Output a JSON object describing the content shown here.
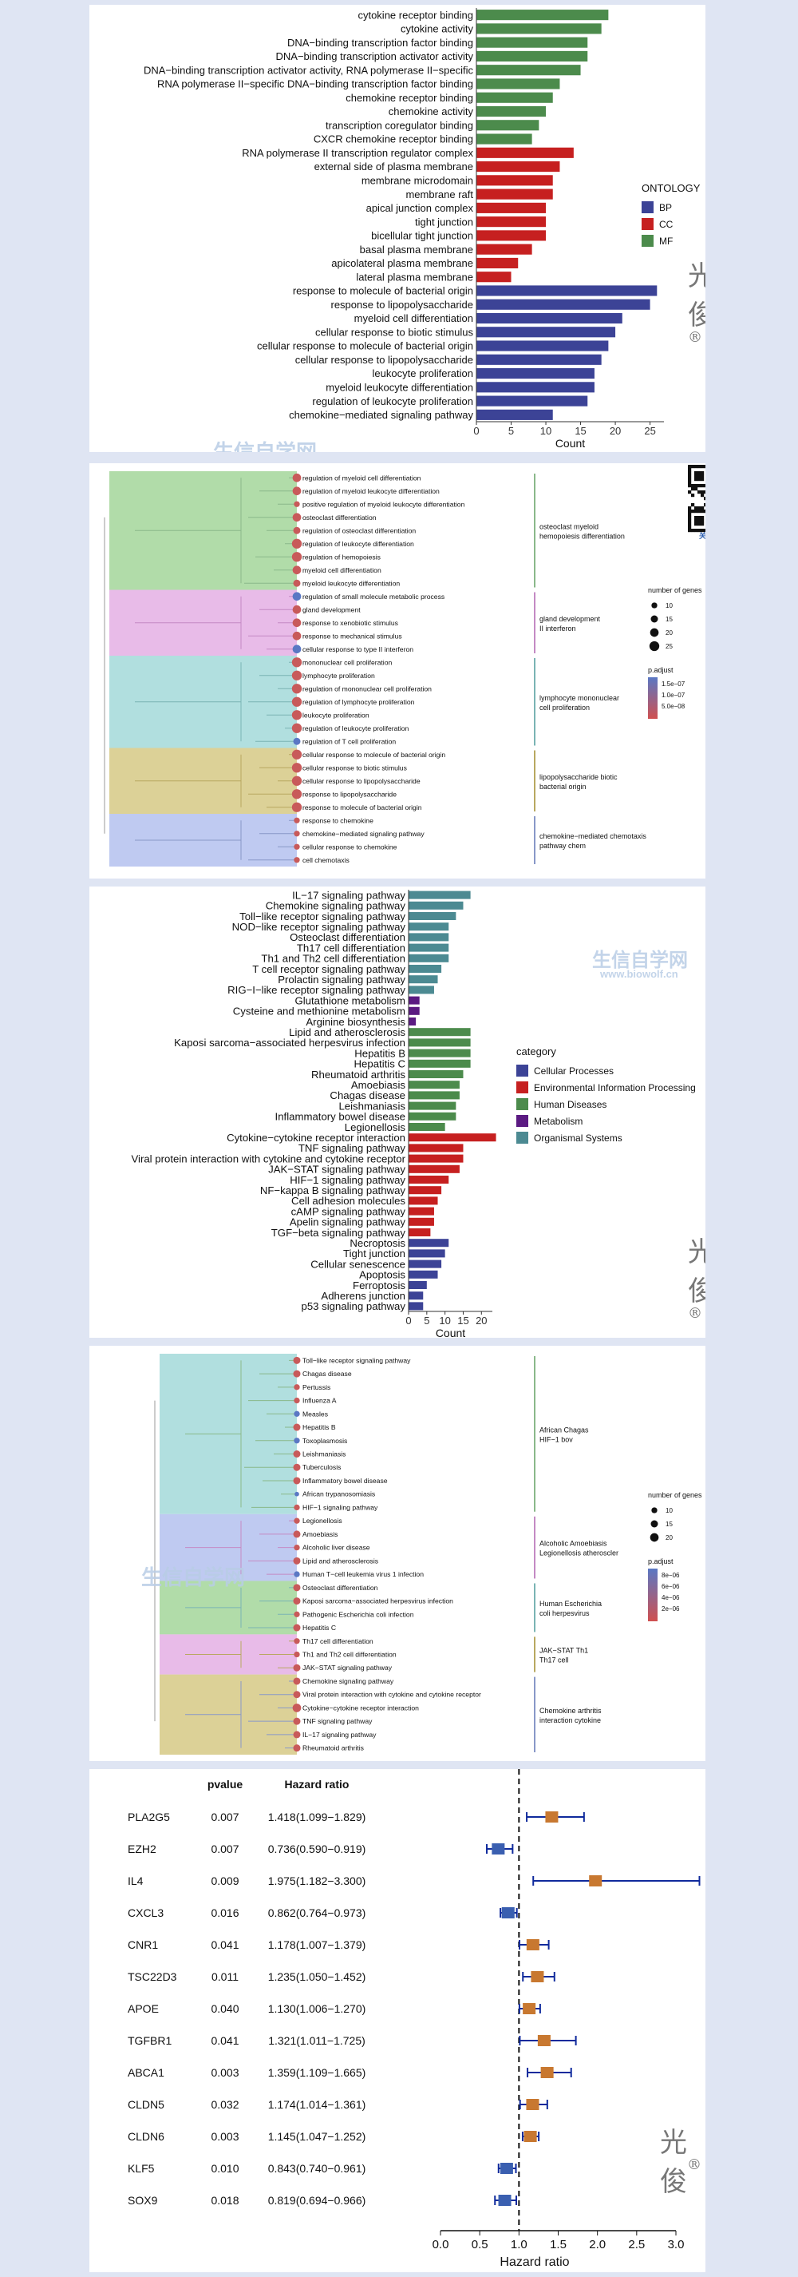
{
  "colors": {
    "BP": "#3c4396",
    "CC": "#c62020",
    "MF": "#4c8b4c",
    "cellular": "#3c4396",
    "env": "#c62020",
    "human": "#4c8b4c",
    "metabolism": "#5b1a82",
    "organismal": "#4c8a92",
    "forest_box": "#c87830",
    "forest_line": "#0f2a9c",
    "forest_box_neg": "#3a5fb0"
  },
  "watermark": {
    "brand": "光俊",
    "reg": "®",
    "site_cn": "生信自学网",
    "site_url": "www.biowolf.cn",
    "qr_caption": "关注微信公众号"
  },
  "chart_data": [
    {
      "type": "bar",
      "orientation": "horizontal",
      "xlabel": "Count",
      "xlim": [
        0,
        27
      ],
      "xticks": [
        0,
        5,
        10,
        15,
        20,
        25
      ],
      "legend": {
        "title": "ONTOLOGY",
        "position": "right",
        "entries": [
          "BP",
          "CC",
          "MF"
        ]
      },
      "categories": [
        "cytokine receptor binding",
        "cytokine activity",
        "DNA−binding transcription factor binding",
        "DNA−binding transcription activator activity",
        "DNA−binding transcription activator activity, RNA polymerase II−specific",
        "RNA polymerase II−specific DNA−binding transcription factor binding",
        "chemokine receptor binding",
        "chemokine activity",
        "transcription coregulator binding",
        "CXCR chemokine receptor binding",
        "RNA polymerase II transcription regulator complex",
        "external side of plasma membrane",
        "membrane microdomain",
        "membrane raft",
        "apical junction complex",
        "tight junction",
        "bicellular tight junction",
        "basal plasma membrane",
        "apicolateral plasma membrane",
        "lateral plasma membrane",
        "response to molecule of bacterial origin",
        "response to lipopolysaccharide",
        "myeloid cell differentiation",
        "cellular response to biotic stimulus",
        "cellular response to molecule of bacterial origin",
        "cellular response to lipopolysaccharide",
        "leukocyte proliferation",
        "myeloid leukocyte differentiation",
        "regulation of leukocyte proliferation",
        "chemokine−mediated signaling pathway"
      ],
      "values": [
        19,
        18,
        16,
        16,
        15,
        12,
        11,
        10,
        9,
        8,
        14,
        12,
        11,
        11,
        10,
        10,
        10,
        8,
        6,
        5,
        26,
        25,
        21,
        20,
        19,
        18,
        17,
        17,
        16,
        11
      ],
      "groups": [
        "MF",
        "MF",
        "MF",
        "MF",
        "MF",
        "MF",
        "MF",
        "MF",
        "MF",
        "MF",
        "CC",
        "CC",
        "CC",
        "CC",
        "CC",
        "CC",
        "CC",
        "CC",
        "CC",
        "CC",
        "BP",
        "BP",
        "BP",
        "BP",
        "BP",
        "BP",
        "BP",
        "BP",
        "BP",
        "BP"
      ]
    },
    {
      "type": "tree",
      "items": [
        "regulation of myeloid cell differentiation",
        "regulation of myeloid leukocyte differentiation",
        "positive regulation of myeloid leukocyte differentiation",
        "osteoclast differentiation",
        "regulation of osteoclast differentiation",
        "regulation of leukocyte differentiation",
        "regulation of hemopoiesis",
        "myeloid cell differentiation",
        "myeloid leukocyte differentiation",
        "regulation of small molecule metabolic process",
        "gland development",
        "response to xenobiotic stimulus",
        "response to mechanical stimulus",
        "cellular response to type II interferon",
        "mononuclear cell proliferation",
        "lymphocyte proliferation",
        "regulation of mononuclear cell proliferation",
        "regulation of lymphocyte proliferation",
        "leukocyte proliferation",
        "regulation of leukocyte proliferation",
        "regulation of T cell proliferation",
        "cellular response to molecule of bacterial origin",
        "cellular response to biotic stimulus",
        "cellular response to lipopolysaccharide",
        "response to lipopolysaccharide",
        "response to molecule of bacterial origin",
        "response to chemokine",
        "chemokine−mediated signaling pathway",
        "cellular response to chemokine",
        "cell chemotaxis"
      ],
      "sizes": [
        20,
        20,
        10,
        20,
        15,
        25,
        25,
        20,
        15,
        20,
        20,
        20,
        20,
        20,
        25,
        25,
        25,
        25,
        25,
        25,
        15,
        25,
        25,
        25,
        25,
        25,
        10,
        10,
        10,
        10
      ],
      "colors": [
        "#c85a5a",
        "#c85a5a",
        "#c85a5a",
        "#c85a5a",
        "#c85a5a",
        "#c85a5a",
        "#c85a5a",
        "#c85a5a",
        "#c85a5a",
        "#5a78c4",
        "#c85a5a",
        "#c85a5a",
        "#c85a5a",
        "#5a78c4",
        "#c85a5a",
        "#c85a5a",
        "#c85a5a",
        "#c85a5a",
        "#c85a5a",
        "#c85a5a",
        "#5a78c4",
        "#c85a5a",
        "#c85a5a",
        "#c85a5a",
        "#c85a5a",
        "#c85a5a",
        "#c85a5a",
        "#c85a5a",
        "#c85a5a",
        "#c85a5a"
      ],
      "clusters": [
        {
          "label": "osteoclast myeloid hemopoiesis differentiation",
          "start": 0,
          "count": 9,
          "color": "#a8d8a0"
        },
        {
          "label": "gland development II interferon",
          "start": 9,
          "count": 5,
          "color": "#e6b4e6"
        },
        {
          "label": "lymphocyte mononuclear cell proliferation",
          "start": 14,
          "count": 7,
          "color": "#a8dcdc"
        },
        {
          "label": "lipopolysaccharide biotic bacterial origin",
          "start": 21,
          "count": 5,
          "color": "#d8cc8c"
        },
        {
          "label": "chemokine−mediated chemotaxis pathway chem",
          "start": 26,
          "count": 4,
          "color": "#b8c4f0"
        }
      ],
      "size_legend": {
        "title": "number of genes",
        "values": [
          "10",
          "15",
          "20",
          "25"
        ]
      },
      "color_legend": {
        "title": "p.adjust",
        "labels": [
          "1.5e−07",
          "1.0e−07",
          "5.0e−08"
        ]
      }
    },
    {
      "type": "bar",
      "orientation": "horizontal",
      "xlabel": "Count",
      "xlim": [
        0,
        23
      ],
      "xticks": [
        0,
        5,
        10,
        15,
        20
      ],
      "legend": {
        "title": "category",
        "position": "right",
        "entries": [
          "Cellular Processes",
          "Environmental Information Processing",
          "Human Diseases",
          "Metabolism",
          "Organismal Systems"
        ]
      },
      "categories": [
        "IL−17 signaling pathway",
        "Chemokine signaling pathway",
        "Toll−like receptor signaling pathway",
        "NOD−like receptor signaling pathway",
        "Osteoclast differentiation",
        "Th17 cell differentiation",
        "Th1 and Th2 cell differentiation",
        "T cell receptor signaling pathway",
        "Prolactin signaling pathway",
        "RIG−I−like receptor signaling pathway",
        "Glutathione metabolism",
        "Cysteine and methionine metabolism",
        "Arginine biosynthesis",
        "Lipid and atherosclerosis",
        "Kaposi sarcoma−associated herpesvirus infection",
        "Hepatitis B",
        "Hepatitis C",
        "Rheumatoid arthritis",
        "Amoebiasis",
        "Chagas disease",
        "Leishmaniasis",
        "Inflammatory bowel disease",
        "Legionellosis",
        "Cytokine−cytokine receptor interaction",
        "TNF signaling pathway",
        "Viral protein interaction with cytokine and cytokine receptor",
        "JAK−STAT signaling pathway",
        "HIF−1 signaling pathway",
        "NF−kappa B signaling pathway",
        "Cell adhesion molecules",
        "cAMP signaling pathway",
        "Apelin signaling pathway",
        "TGF−beta signaling pathway",
        "Necroptosis",
        "Tight junction",
        "Cellular senescence",
        "Apoptosis",
        "Ferroptosis",
        "Adherens junction",
        "p53 signaling pathway"
      ],
      "values": [
        17,
        15,
        13,
        11,
        11,
        11,
        11,
        9,
        8,
        7,
        3,
        3,
        2,
        17,
        17,
        17,
        17,
        15,
        14,
        14,
        13,
        13,
        10,
        24,
        15,
        15,
        14,
        11,
        9,
        8,
        7,
        7,
        6,
        11,
        10,
        9,
        8,
        5,
        4,
        4
      ],
      "groups": [
        "organismal",
        "organismal",
        "organismal",
        "organismal",
        "organismal",
        "organismal",
        "organismal",
        "organismal",
        "organismal",
        "organismal",
        "metabolism",
        "metabolism",
        "metabolism",
        "human",
        "human",
        "human",
        "human",
        "human",
        "human",
        "human",
        "human",
        "human",
        "human",
        "env",
        "env",
        "env",
        "env",
        "env",
        "env",
        "env",
        "env",
        "env",
        "env",
        "cellular",
        "cellular",
        "cellular",
        "cellular",
        "cellular",
        "cellular",
        "cellular"
      ]
    },
    {
      "type": "tree",
      "items": [
        "Toll−like receptor signaling pathway",
        "Chagas disease",
        "Pertussis",
        "Influenza A",
        "Measles",
        "Hepatitis B",
        "Toxoplasmosis",
        "Leishmaniasis",
        "Tuberculosis",
        "Inflammatory bowel disease",
        "African trypanosomiasis",
        "HIF−1 signaling pathway",
        "Legionellosis",
        "Amoebiasis",
        "Alcoholic liver disease",
        "Lipid and atherosclerosis",
        "Human T−cell leukemia virus 1 infection",
        "Osteoclast differentiation",
        "Kaposi sarcoma−associated herpesvirus infection",
        "Pathogenic Escherichia coli infection",
        "Hepatitis C",
        "Th17 cell differentiation",
        "Th1 and Th2 cell differentiation",
        "JAK−STAT signaling pathway",
        "Chemokine signaling pathway",
        "Viral protein interaction with cytokine and cytokine receptor",
        "Cytokine−cytokine receptor interaction",
        "TNF signaling pathway",
        "IL−17 signaling pathway",
        "Rheumatoid arthritis"
      ],
      "sizes": [
        15,
        15,
        10,
        10,
        10,
        15,
        10,
        15,
        15,
        15,
        5,
        10,
        10,
        15,
        10,
        15,
        10,
        15,
        15,
        10,
        15,
        10,
        10,
        15,
        15,
        15,
        20,
        15,
        15,
        15
      ],
      "colors": [
        "#c85a5a",
        "#c85a5a",
        "#c85a5a",
        "#c85a5a",
        "#5a78c4",
        "#c85a5a",
        "#5a78c4",
        "#c85a5a",
        "#c85a5a",
        "#c85a5a",
        "#5a78c4",
        "#c85a5a",
        "#c85a5a",
        "#c85a5a",
        "#c85a5a",
        "#c85a5a",
        "#5a78c4",
        "#c85a5a",
        "#c85a5a",
        "#c85a5a",
        "#c85a5a",
        "#c85a5a",
        "#c85a5a",
        "#c85a5a",
        "#c85a5a",
        "#c85a5a",
        "#c85a5a",
        "#c85a5a",
        "#c85a5a",
        "#c85a5a"
      ],
      "clusters": [
        {
          "label": "African Chagas HIF−1 bov",
          "start": 0,
          "count": 12,
          "color": "#a8dcdc"
        },
        {
          "label": "Alcoholic Amoebiasis Legionellosis atheroscler",
          "start": 12,
          "count": 5,
          "color": "#b8c4f0"
        },
        {
          "label": "Human Escherichia coli herpesvirus",
          "start": 17,
          "count": 4,
          "color": "#a8d8a0"
        },
        {
          "label": "JAK−STAT Th1 Th17 cell",
          "start": 21,
          "count": 3,
          "color": "#e6b4e6"
        },
        {
          "label": "Chemokine arthritis interaction cytokine",
          "start": 24,
          "count": 6,
          "color": "#d8cc8c"
        }
      ],
      "size_legend": {
        "title": "number of genes",
        "values": [
          "10",
          "15",
          "20"
        ]
      },
      "color_legend": {
        "title": "p.adjust",
        "labels": [
          "8e−06",
          "6e−06",
          "4e−06",
          "2e−06"
        ]
      }
    },
    {
      "type": "forest",
      "col_pvalue": "pvalue",
      "col_hr": "Hazard ratio",
      "xlabel": "Hazard ratio",
      "xlim": [
        0,
        3.0
      ],
      "xticks": [
        "0.0",
        "0.5",
        "1.0",
        "1.5",
        "2.0",
        "2.5",
        "3.0"
      ],
      "reference": 1.0,
      "rows": [
        {
          "gene": "PLA2G5",
          "pvalue": "0.007",
          "hr_text": "1.418(1.099−1.829)",
          "hr": 1.418,
          "lo": 1.099,
          "hi": 1.829
        },
        {
          "gene": "EZH2",
          "pvalue": "0.007",
          "hr_text": "0.736(0.590−0.919)",
          "hr": 0.736,
          "lo": 0.59,
          "hi": 0.919
        },
        {
          "gene": "IL4",
          "pvalue": "0.009",
          "hr_text": "1.975(1.182−3.300)",
          "hr": 1.975,
          "lo": 1.182,
          "hi": 3.3
        },
        {
          "gene": "CXCL3",
          "pvalue": "0.016",
          "hr_text": "0.862(0.764−0.973)",
          "hr": 0.862,
          "lo": 0.764,
          "hi": 0.973
        },
        {
          "gene": "CNR1",
          "pvalue": "0.041",
          "hr_text": "1.178(1.007−1.379)",
          "hr": 1.178,
          "lo": 1.007,
          "hi": 1.379
        },
        {
          "gene": "TSC22D3",
          "pvalue": "0.011",
          "hr_text": "1.235(1.050−1.452)",
          "hr": 1.235,
          "lo": 1.05,
          "hi": 1.452
        },
        {
          "gene": "APOE",
          "pvalue": "0.040",
          "hr_text": "1.130(1.006−1.270)",
          "hr": 1.13,
          "lo": 1.006,
          "hi": 1.27
        },
        {
          "gene": "TGFBR1",
          "pvalue": "0.041",
          "hr_text": "1.321(1.011−1.725)",
          "hr": 1.321,
          "lo": 1.011,
          "hi": 1.725
        },
        {
          "gene": "ABCA1",
          "pvalue": "0.003",
          "hr_text": "1.359(1.109−1.665)",
          "hr": 1.359,
          "lo": 1.109,
          "hi": 1.665
        },
        {
          "gene": "CLDN5",
          "pvalue": "0.032",
          "hr_text": "1.174(1.014−1.361)",
          "hr": 1.174,
          "lo": 1.014,
          "hi": 1.361
        },
        {
          "gene": "CLDN6",
          "pvalue": "0.003",
          "hr_text": "1.145(1.047−1.252)",
          "hr": 1.145,
          "lo": 1.047,
          "hi": 1.252
        },
        {
          "gene": "KLF5",
          "pvalue": "0.010",
          "hr_text": "0.843(0.740−0.961)",
          "hr": 0.843,
          "lo": 0.74,
          "hi": 0.961
        },
        {
          "gene": "SOX9",
          "pvalue": "0.018",
          "hr_text": "0.819(0.694−0.966)",
          "hr": 0.819,
          "lo": 0.694,
          "hi": 0.966
        }
      ]
    }
  ]
}
